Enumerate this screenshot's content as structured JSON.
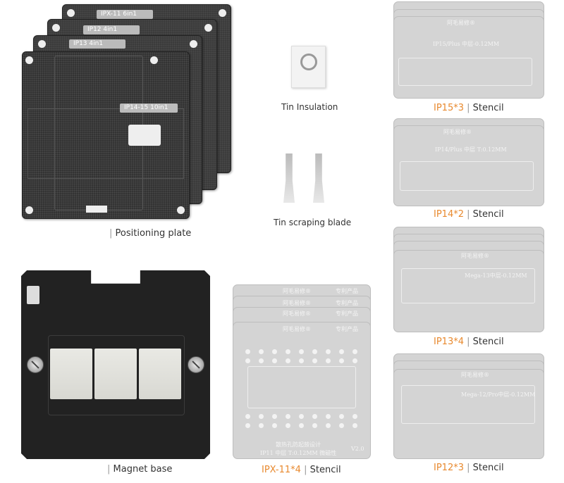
{
  "positioning_plate": {
    "tags": [
      "IPX-11 6in1",
      "IP12 4in1",
      "IP13 4in1",
      "IP14-15 10in1"
    ],
    "caption": "Positioning plate"
  },
  "tin_insulation": {
    "caption": "Tin Insulation"
  },
  "tin_scraping_blade": {
    "caption": "Tin scraping blade"
  },
  "magnet_base": {
    "caption": "Magnet base"
  },
  "stencils": {
    "brand": "阿毛易修®",
    "patent": "专利产品",
    "ipx": {
      "name": "IPX-11*4",
      "type": "Stencil",
      "text1": "散热孔防起鼓设计",
      "text2": "IP11 中层 T:0.12MM 微磁性",
      "version": "V2.0"
    },
    "ip15": {
      "name": "IP15*3",
      "type": "Stencil",
      "model": "IP15/Plus 中层-0.12MM"
    },
    "ip14": {
      "name": "IP14*2",
      "type": "Stencil",
      "model": "IP14/Plus 中层 T:0.12MM"
    },
    "ip13": {
      "name": "IP13*4",
      "type": "Stencil",
      "model": "Mega-13中层-0.12MM"
    },
    "ip12": {
      "name": "IP12*3",
      "type": "Stencil",
      "model": "Mega-12/Pro中层-0.12MM"
    }
  },
  "separator": "|",
  "colors": {
    "accent": "#e8892e",
    "plate": "#3b3b3b",
    "stencil": "#d4d4d4"
  }
}
